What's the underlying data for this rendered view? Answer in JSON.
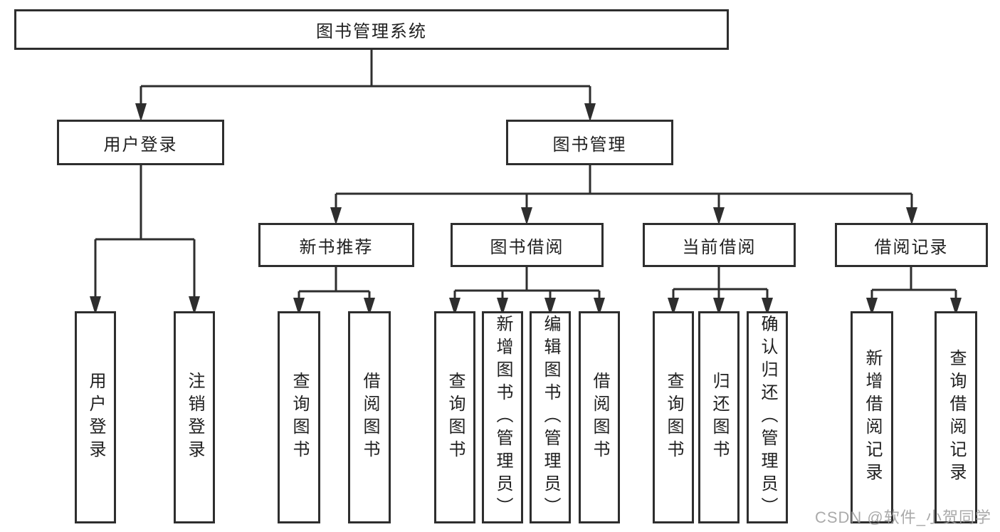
{
  "diagram": {
    "root": {
      "label": "图书管理系统"
    },
    "branches": [
      {
        "label": "用户登录",
        "children": [
          {
            "label": "用户登录"
          },
          {
            "label": "注销登录"
          }
        ]
      },
      {
        "label": "图书管理",
        "children": [
          {
            "label": "新书推荐",
            "children": [
              {
                "label": "查询图书"
              },
              {
                "label": "借阅图书"
              }
            ]
          },
          {
            "label": "图书借阅",
            "children": [
              {
                "label": "查询图书"
              },
              {
                "label": "新增图书（管理员）"
              },
              {
                "label": "编辑图书（管理员）"
              },
              {
                "label": "借阅图书"
              }
            ]
          },
          {
            "label": "当前借阅",
            "children": [
              {
                "label": "查询图书"
              },
              {
                "label": "归还图书"
              },
              {
                "label": "确认归还（管理员）"
              }
            ]
          },
          {
            "label": "借阅记录",
            "children": [
              {
                "label": "新增借阅记录"
              },
              {
                "label": "查询借阅记录"
              }
            ]
          }
        ]
      }
    ],
    "watermark": "CSDN @软件_小贺同学",
    "colors": {
      "line": "#2e2e2e",
      "border": "#2e2e2e",
      "text": "#1f1f1f",
      "background": "#ffffff",
      "watermark": "#9e9e9e"
    }
  }
}
